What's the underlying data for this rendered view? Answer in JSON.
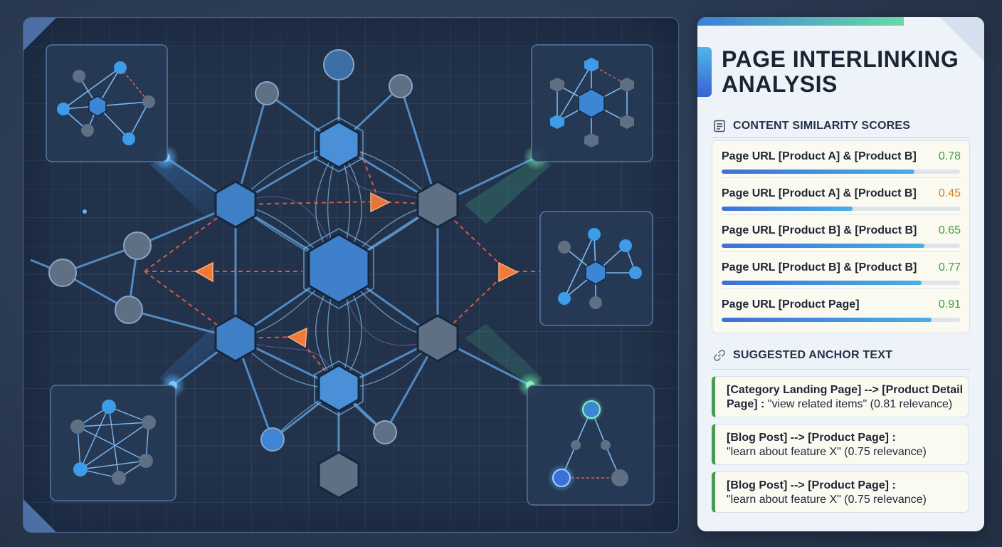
{
  "panel": {
    "title_line1": "PAGE INTERLINKING",
    "title_line2": "ANALYSIS",
    "similarity_header": "CONTENT SIMILARITY SCORES",
    "anchor_header": "SUGGESTED ANCHOR TEXT"
  },
  "similarity_scores": [
    {
      "label": "Page URL [Product A] & [Product B]",
      "value": "0.78",
      "fill": 0.81,
      "color": "#3f9a44"
    },
    {
      "label": "Page URL [Product A] & [Product B]",
      "value": "0.45",
      "fill": 0.55,
      "color": "#d97a1e"
    },
    {
      "label": "Page URL [Product B] & [Product B]",
      "value": "0.65",
      "fill": 0.85,
      "color": "#3f9a44"
    },
    {
      "label": "Page URL [Product B] & [Product B]",
      "value": "0.77",
      "fill": 0.84,
      "color": "#3f9a44"
    },
    {
      "label": "Page URL [Product Page]",
      "value": "0.91",
      "fill": 0.88,
      "color": "#3f9a44"
    }
  ],
  "anchor_suggestions": [
    {
      "bold": "[Category Landing Page] --> [Product Detail Page] :",
      "rest": " \"view related items\" (0.81 relevance)"
    },
    {
      "bold": "[Blog Post] --> [Product Page] :",
      "rest": " \"learn about feature X\" (0.75 relevance)"
    },
    {
      "bold": "[Blog Post] --> [Product Page] :",
      "rest": " \"learn about feature X\" (0.75 relevance)"
    }
  ],
  "colors": {
    "accent_blue": "#3b6fd6",
    "accent_green": "#4a9a52",
    "node_blue": "#3d7fc9",
    "node_gray": "#5f6f84",
    "link_orange": "#f07a3a"
  },
  "icons": {
    "similarity": "document-list-icon",
    "anchor": "link-icon"
  }
}
